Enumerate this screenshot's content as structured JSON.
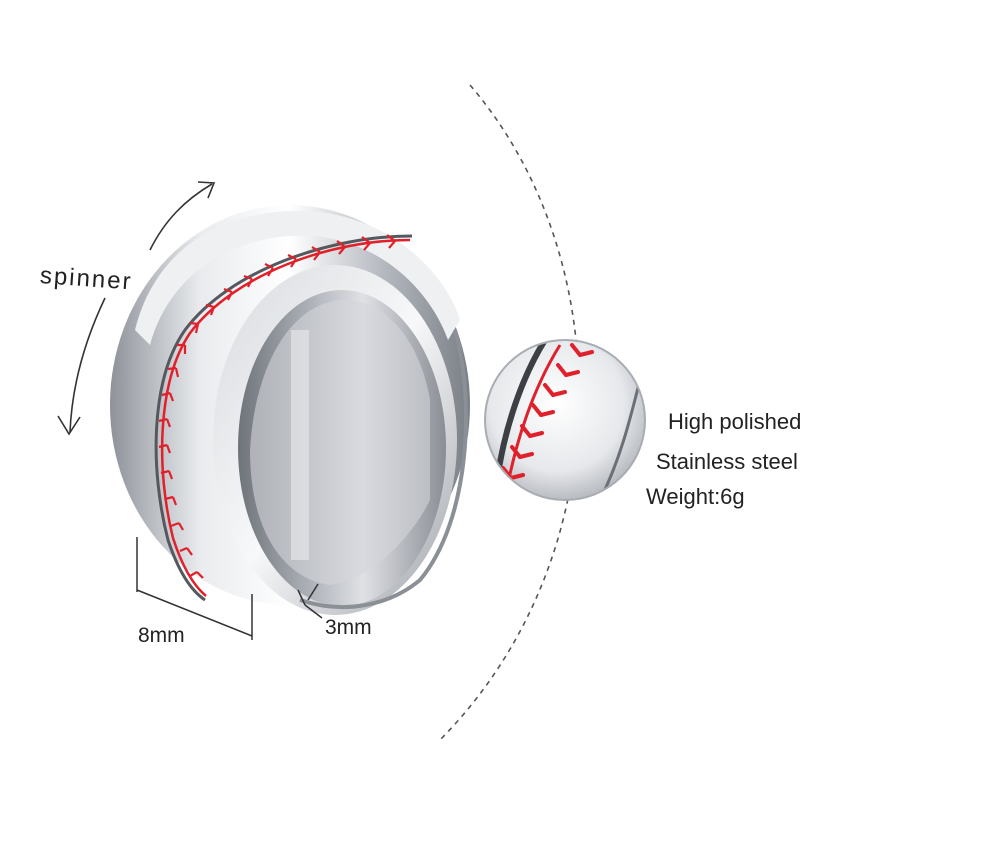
{
  "annotations": {
    "rotation_label": "spinner",
    "width_label": "8mm",
    "thickness_label": "3mm"
  },
  "features": [
    "High polished",
    "Stainless steel",
    "Weight:6g"
  ],
  "colors": {
    "stitch_red": "#e0202a",
    "steel": "#c9ccd1",
    "background": "#ffffff"
  }
}
